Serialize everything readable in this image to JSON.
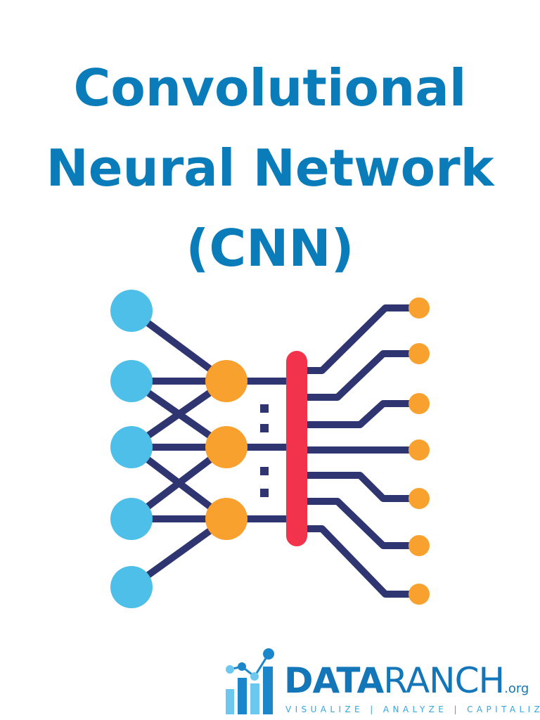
{
  "title": {
    "line1": "Convolutional",
    "line2": "Neural Network",
    "line3": "(CNN)"
  },
  "colors": {
    "title": "#0a7cba",
    "input_node": "#4dbfe8",
    "hidden_node": "#f9a12e",
    "connection": "#2e3570",
    "bar": "#f2334b",
    "output_node": "#f9a12e",
    "brand_blue": "#1376b9",
    "brand_light": "#36a6e0"
  },
  "logo": {
    "brand_bold": "DATA",
    "brand_regular": "RANCH",
    "brand_suffix": ".org",
    "tagline": "VISUALIZE | ANALYZE | CAPITALIZE"
  }
}
